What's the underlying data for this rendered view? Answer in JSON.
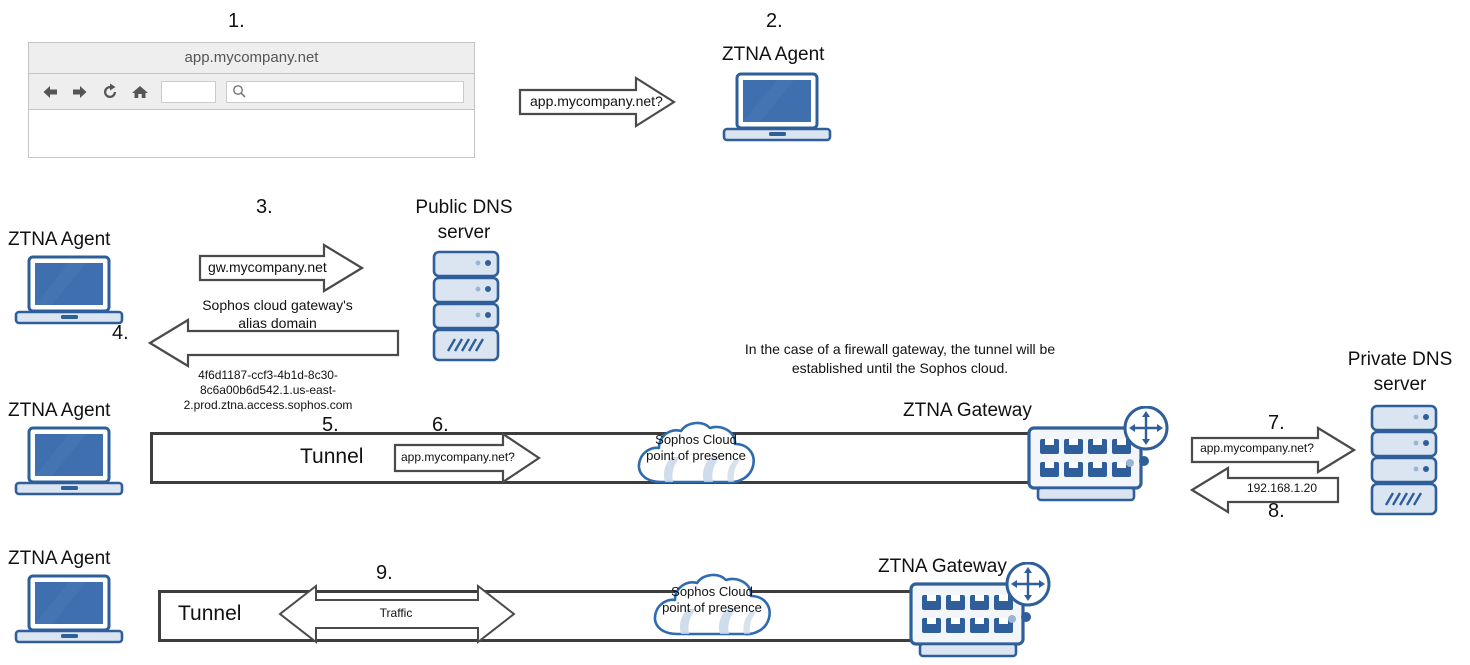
{
  "diagram": {
    "title": "ZTNA connection flow",
    "colors": {
      "device_blue": "#2e5f9a",
      "device_fill": "#3f6fae",
      "light_blue": "#dbe5f1",
      "outline_gray": "#3d3d3d",
      "browser_chrome": "#eeeeee"
    }
  },
  "steps": {
    "s1": "1.",
    "s2": "2.",
    "s3": "3.",
    "s4": "4.",
    "s5": "5.",
    "s6": "6.",
    "s7": "7.",
    "s8": "8.",
    "s9": "9."
  },
  "browser": {
    "title": "app.mycompany.net",
    "toolbar": {
      "back": "back-arrow",
      "forward": "forward-arrow",
      "reload": "reload-arrow",
      "home": "home",
      "address_value": "",
      "search_value": "",
      "search_icon": "search-magnifier"
    }
  },
  "labels": {
    "ztna_agent": "ZTNA Agent",
    "ztna_gateway": "ZTNA Gateway",
    "public_dns": "Public DNS\nserver",
    "public_dns_line1": "Public DNS",
    "public_dns_line2": "server",
    "private_dns_line1": "Private DNS",
    "private_dns_line2": "server",
    "tunnel": "Tunnel",
    "cloud_line1": "Sophos Cloud",
    "cloud_line2": "point of presence"
  },
  "messages": {
    "req_app_1": "app.mycompany.net?",
    "req_gw": "gw.mycompany.net",
    "alias_note_line1": "Sophos cloud gateway's",
    "alias_note_line2": "alias domain",
    "alias_answer": "4f6d1187-ccf3-4b1d-8c30-8c6a00b6d542.1.us-east-2.prod.ztna.access.sophos.com",
    "req_app_2": "app.mycompany.net?",
    "req_app_3": "app.mycompany.net?",
    "dns_answer_ip": "192.168.1.20",
    "traffic": "Traffic",
    "firewall_note_line1": "In the case of a firewall gateway, the tunnel will be",
    "firewall_note_line2": "established until the Sophos cloud."
  }
}
